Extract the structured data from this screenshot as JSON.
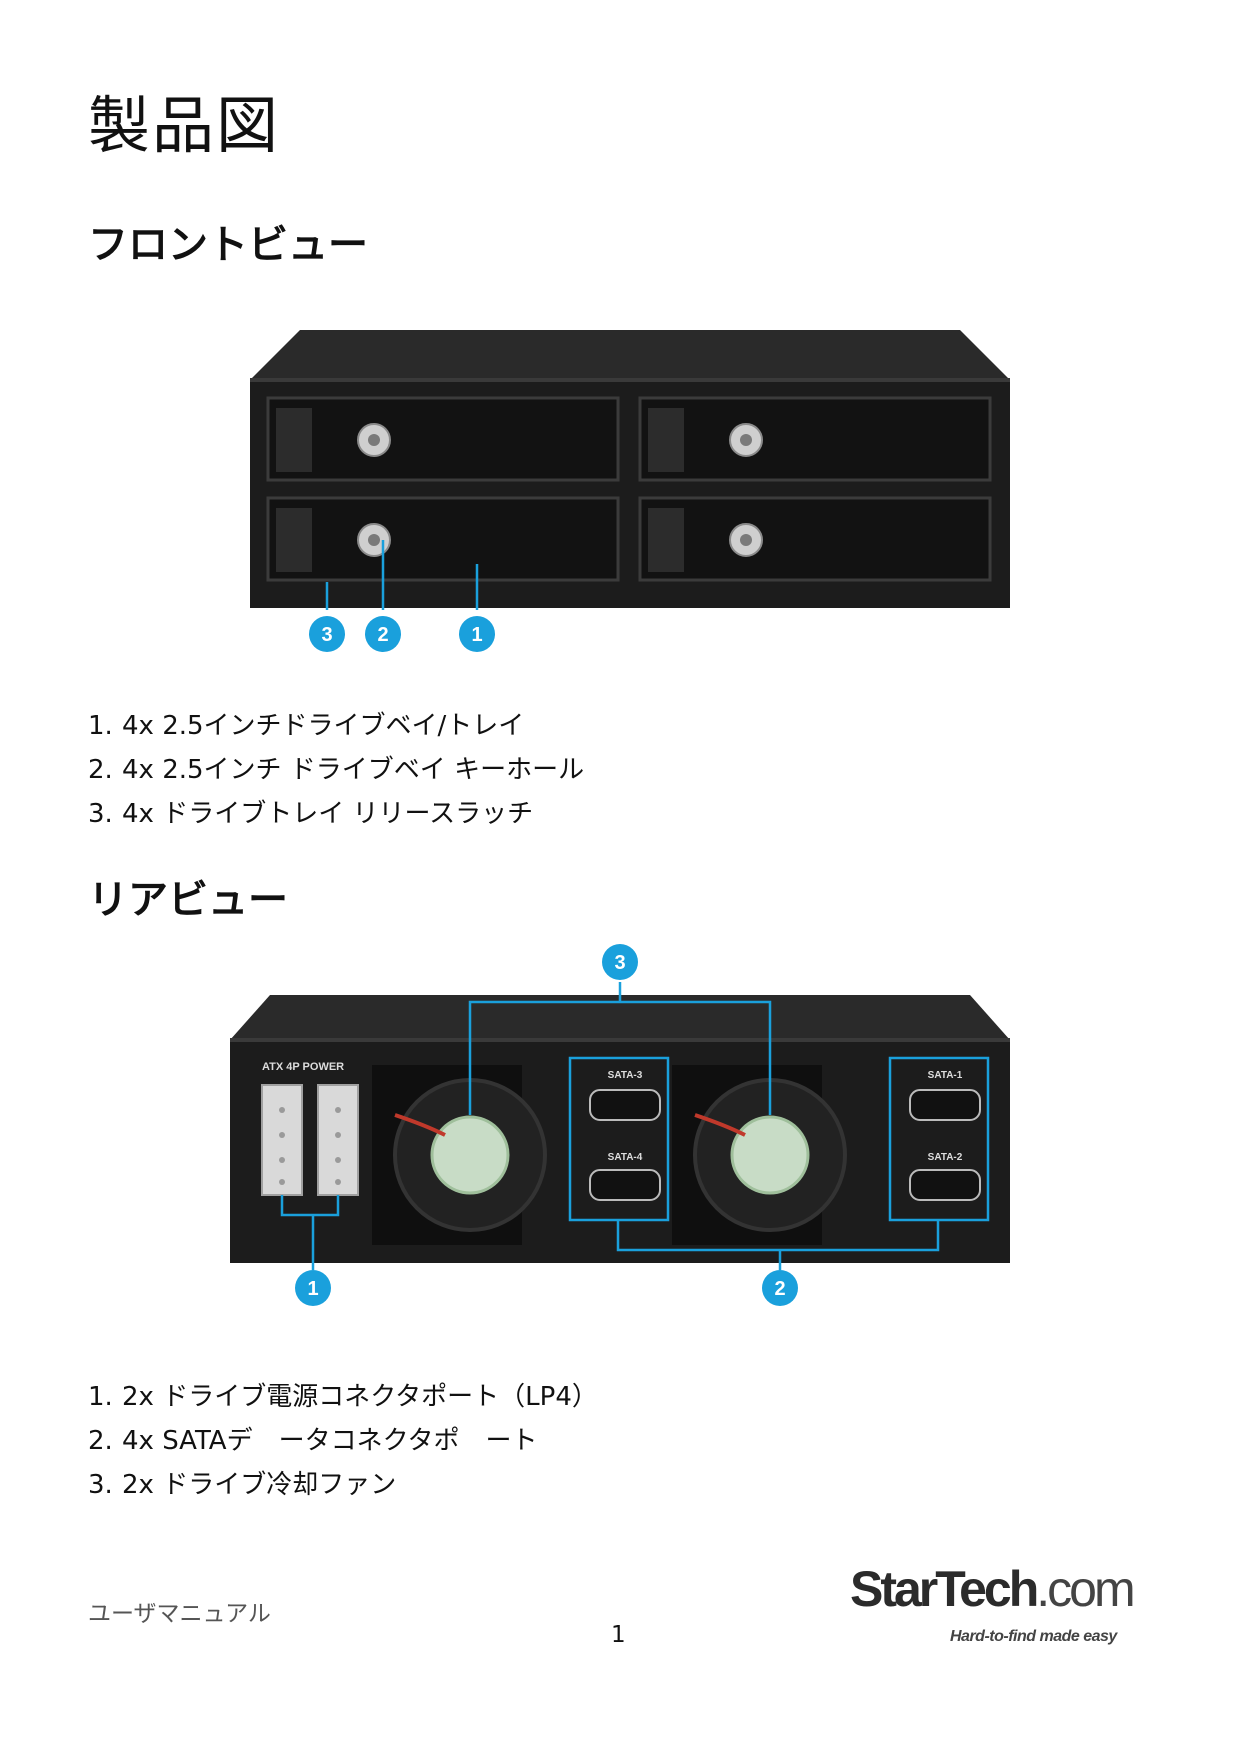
{
  "page_title": "製品図",
  "front": {
    "title": "フロントビュー",
    "callouts": [
      "1",
      "2",
      "3"
    ],
    "items": [
      {
        "num": "1.",
        "text": "4x 2.5インチドライブベイ/トレイ"
      },
      {
        "num": "2.",
        "text": "4x 2.5インチ ドライブベイ キーホール"
      },
      {
        "num": "3.",
        "text": "4x ドライブトレイ リリースラッチ"
      }
    ]
  },
  "rear": {
    "title": "リアビュー",
    "callouts": [
      "1",
      "2",
      "3"
    ],
    "power_label": "ATX 4P POWER",
    "port_labels": [
      "SATA-3",
      "SATA-4",
      "SATA-1",
      "SATA-2"
    ],
    "items": [
      {
        "num": "1.",
        "text": "2x ドライブ電源コネクタポート（LP4）"
      },
      {
        "num": "2.",
        "text": "4x SATAデ　ータコネクタポ　ート"
      },
      {
        "num": "3.",
        "text": "2x ドライブ冷却ファン"
      }
    ]
  },
  "footer": {
    "label": "ユーザマニュアル",
    "page_number": "1"
  },
  "logo": {
    "brand": "StarTech",
    "domain": ".com",
    "tagline": "Hard-to-find made easy"
  },
  "colors": {
    "callout": "#1aa0dc",
    "device": "#1c1c1c"
  }
}
